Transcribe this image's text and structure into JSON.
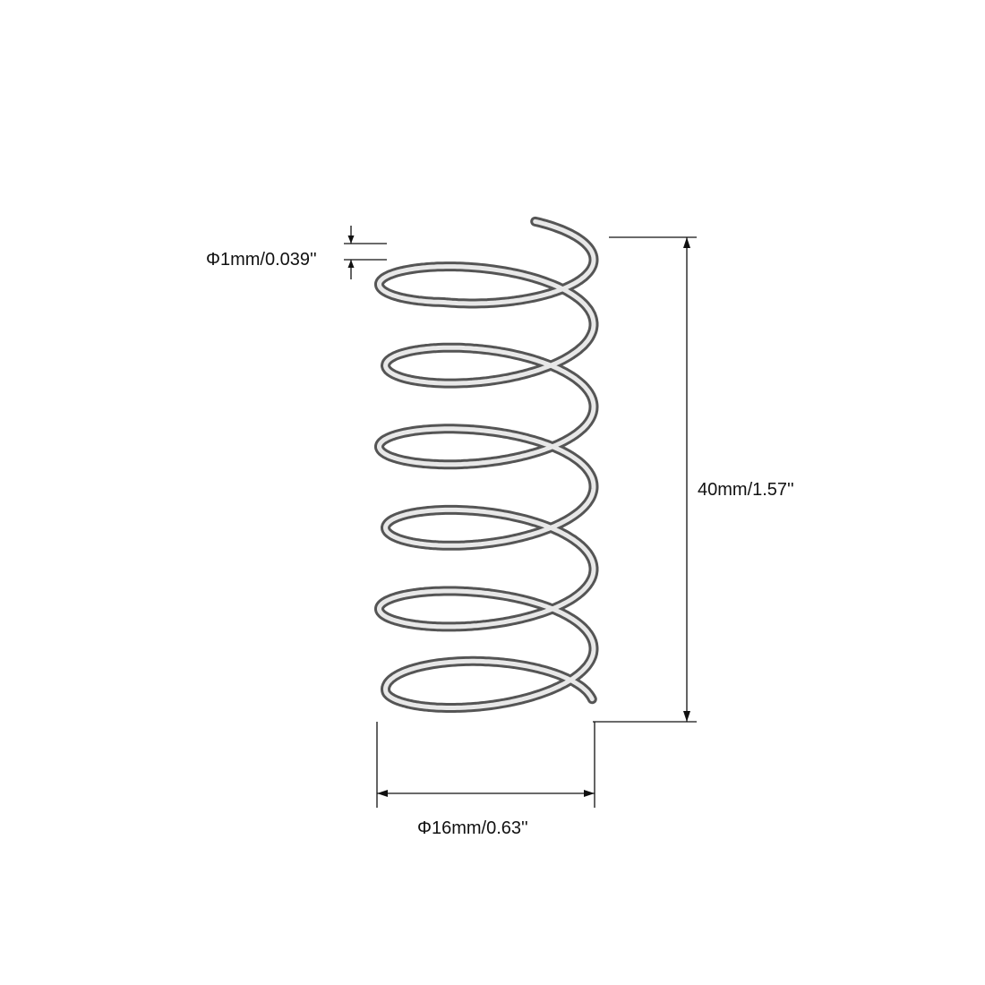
{
  "dimensions": {
    "wire_diameter": "Φ1mm/0.039''",
    "free_length": "40mm/1.57''",
    "outer_diameter": "Φ16mm/0.63''"
  },
  "colors": {
    "background": "#ffffff",
    "wire_dark": "#555555",
    "wire_light": "#e8e8e8",
    "dimension_line": "#111111"
  }
}
